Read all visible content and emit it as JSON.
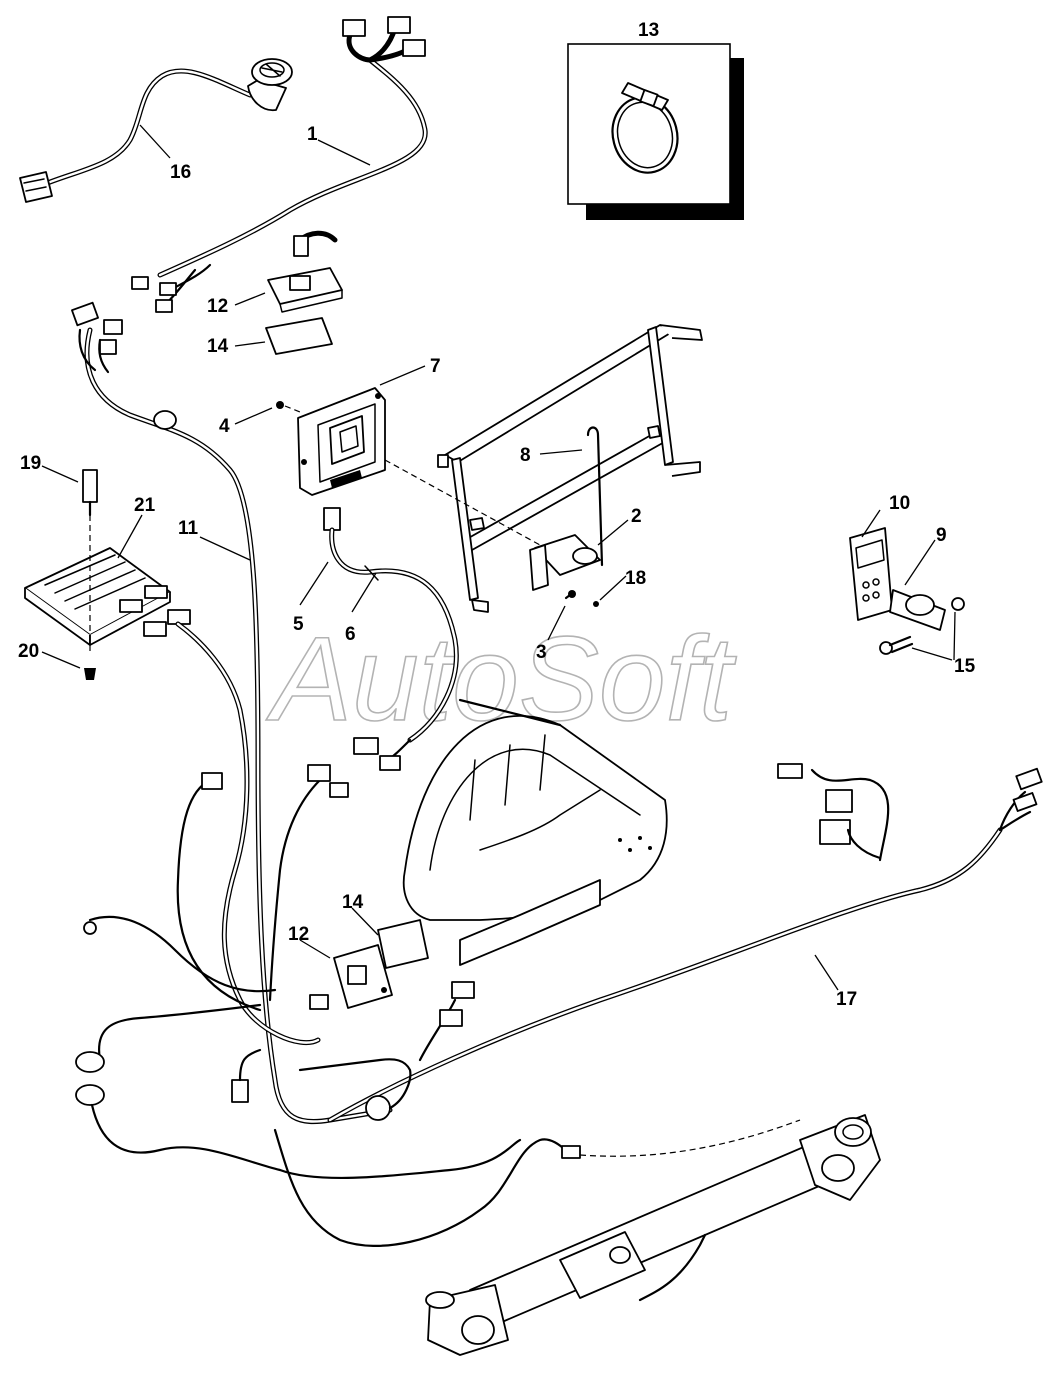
{
  "watermark": "AutoSoft",
  "callouts": [
    {
      "id": "c1",
      "label": "1"
    },
    {
      "id": "c2",
      "label": "2"
    },
    {
      "id": "c3",
      "label": "3"
    },
    {
      "id": "c4",
      "label": "4"
    },
    {
      "id": "c5",
      "label": "5"
    },
    {
      "id": "c6",
      "label": "6"
    },
    {
      "id": "c7",
      "label": "7"
    },
    {
      "id": "c8",
      "label": "8"
    },
    {
      "id": "c9",
      "label": "9"
    },
    {
      "id": "c10",
      "label": "10"
    },
    {
      "id": "c11",
      "label": "11"
    },
    {
      "id": "c12a",
      "label": "12"
    },
    {
      "id": "c12b",
      "label": "12"
    },
    {
      "id": "c13",
      "label": "13"
    },
    {
      "id": "c14a",
      "label": "14"
    },
    {
      "id": "c14b",
      "label": "14"
    },
    {
      "id": "c15",
      "label": "15"
    },
    {
      "id": "c16",
      "label": "16"
    },
    {
      "id": "c17",
      "label": "17"
    },
    {
      "id": "c18",
      "label": "18"
    },
    {
      "id": "c19",
      "label": "19"
    },
    {
      "id": "c20",
      "label": "20"
    },
    {
      "id": "c21",
      "label": "21"
    }
  ]
}
